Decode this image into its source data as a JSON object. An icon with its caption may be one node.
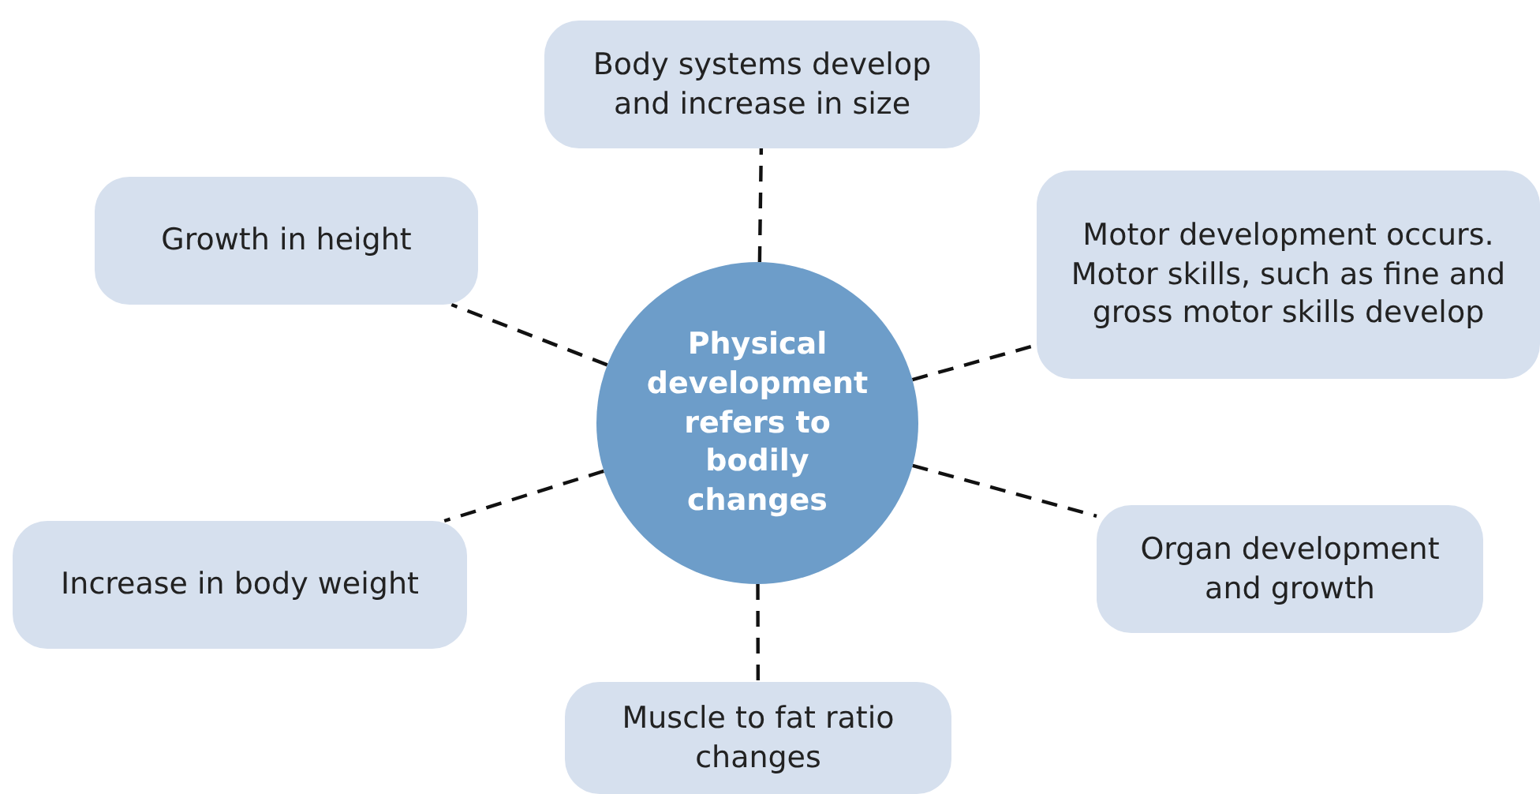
{
  "diagram": {
    "nodes": [
      {
        "text": [
          "Physical development refers to bodily changes"
        ]
      },
      {
        "text": [
          "Body systems develop and increase in size"
        ]
      },
      {
        "text": [
          "Growth in height"
        ]
      },
      {
        "text": [
          "Motor development occurs. Motor skills, such as fine and gross motor skills develop"
        ]
      },
      {
        "text": [
          "Increase in body weight"
        ]
      },
      {
        "text": [
          "Organ development and growth"
        ]
      },
      {
        "text": [
          "Muscle to fat ratio changes"
        ]
      }
    ],
    "edges": [
      {
        "from": 0,
        "to": 1,
        "arrow": "none",
        "style": "dashed"
      },
      {
        "from": 0,
        "to": 2,
        "arrow": "none",
        "style": "dashed"
      },
      {
        "from": 0,
        "to": 3,
        "arrow": "none",
        "style": "dashed"
      },
      {
        "from": 0,
        "to": 4,
        "arrow": "none",
        "style": "dashed"
      },
      {
        "from": 0,
        "to": 5,
        "arrow": "none",
        "style": "dashed"
      },
      {
        "from": 0,
        "to": 6,
        "arrow": "none",
        "style": "dashed"
      }
    ]
  }
}
